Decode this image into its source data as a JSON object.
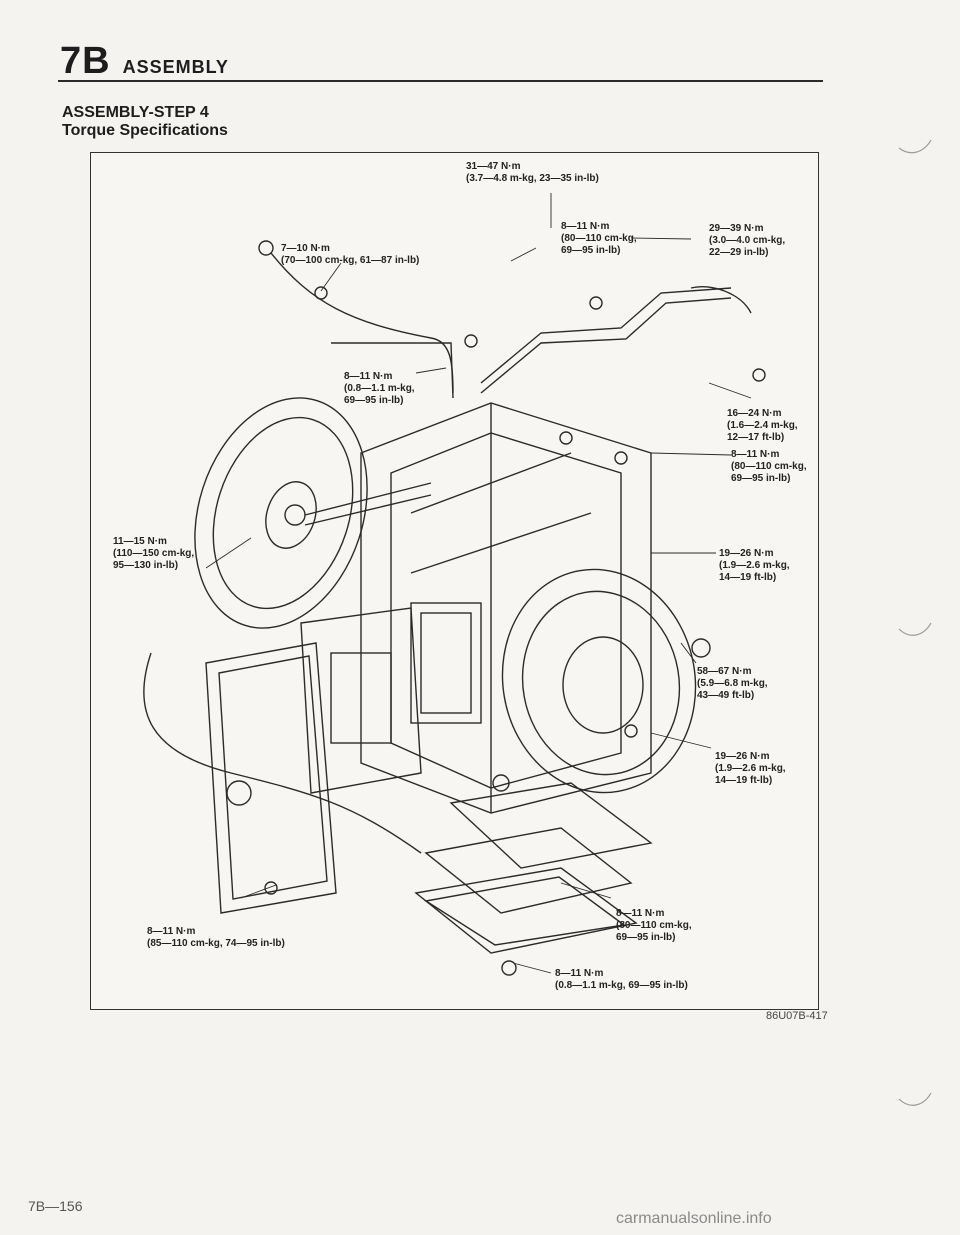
{
  "header": {
    "section_number": "7B",
    "section_title": "ASSEMBLY",
    "step": "ASSEMBLY-STEP 4",
    "subtitle": "Torque Specifications"
  },
  "specs": [
    {
      "id": "top-center",
      "lines": [
        "31—47 N·m",
        "(3.7—4.8 m-kg, 23—35 in-lb)"
      ]
    },
    {
      "id": "upper-left",
      "lines": [
        "7—10 N·m",
        "(70—100 cm-kg, 61—87 in-lb)"
      ]
    },
    {
      "id": "upper-mid",
      "lines": [
        "8—11 N·m",
        "(80—110 cm-kg,",
        "69—95 in-lb)"
      ]
    },
    {
      "id": "upper-right",
      "lines": [
        "29—39 N·m",
        "(3.0—4.0 cm-kg,",
        "22—29 in-lb)"
      ]
    },
    {
      "id": "mid-left",
      "lines": [
        "8—11 N·m",
        "(0.8—1.1 m-kg,",
        "69—95 in-lb)"
      ]
    },
    {
      "id": "right-1",
      "lines": [
        "16—24 N·m",
        "(1.6—2.4 m-kg,",
        "12—17 ft-lb)"
      ]
    },
    {
      "id": "right-2",
      "lines": [
        "8—11 N·m",
        "(80—110 cm-kg,",
        "69—95 in-lb)"
      ]
    },
    {
      "id": "left",
      "lines": [
        "11—15 N·m",
        "(110—150 cm-kg,",
        "95—130 in-lb)"
      ]
    },
    {
      "id": "right-3",
      "lines": [
        "19—26 N·m",
        "(1.9—2.6 m-kg,",
        "14—19 ft-lb)"
      ]
    },
    {
      "id": "right-4",
      "lines": [
        "58—67 N·m",
        "(5.9—6.8 m-kg,",
        "43—49 ft-lb)"
      ]
    },
    {
      "id": "right-5",
      "lines": [
        "19—26 N·m",
        "(1.9—2.6 m-kg,",
        "14—19 ft-lb)"
      ]
    },
    {
      "id": "bottom-left",
      "lines": [
        "8—11 N·m",
        "(85—110 cm-kg, 74—95 in-lb)"
      ]
    },
    {
      "id": "bottom-mid",
      "lines": [
        "8—11 N·m",
        "(80—110 cm-kg,",
        "69—95 in-lb)"
      ]
    },
    {
      "id": "bottom",
      "lines": [
        "8—11 N·m",
        "(0.8—1.1 m-kg, 69—95 in-lb)"
      ]
    }
  ],
  "figure_code": "86U07B-417",
  "page_number": "7B—156",
  "watermark": "carmanualsonline.info"
}
